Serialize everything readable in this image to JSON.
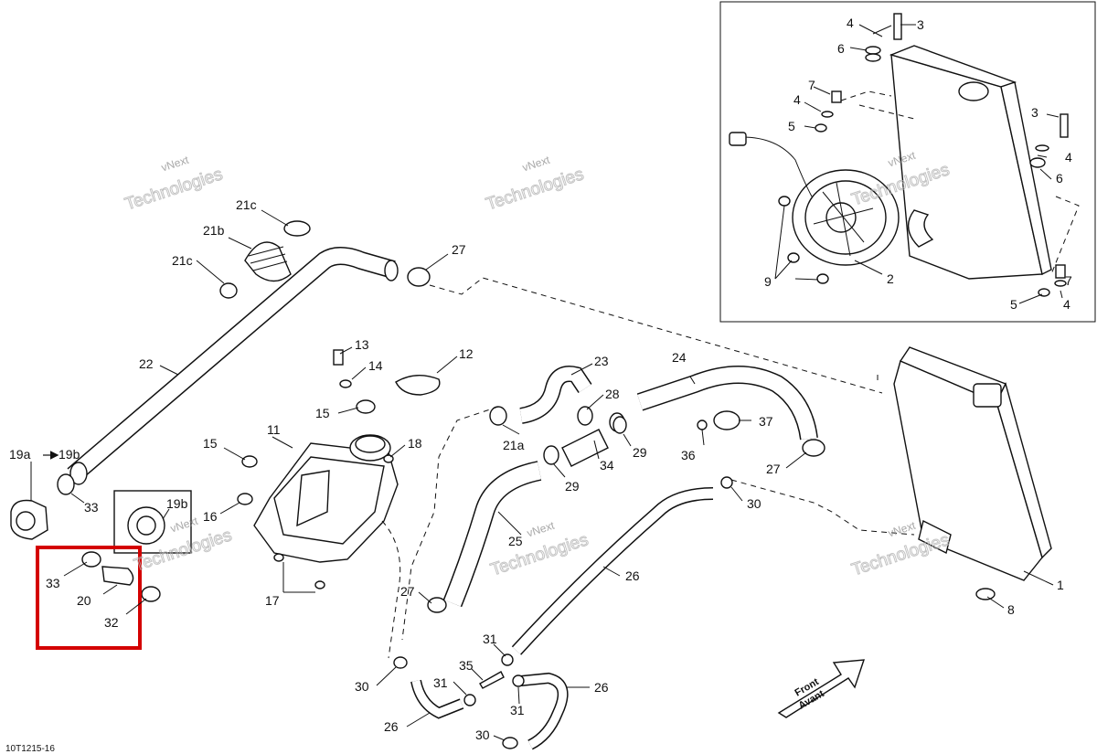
{
  "drawing_ref": "10T1215-16",
  "watermark": {
    "line1": "vNext",
    "line2": "Technologies"
  },
  "front_badge": {
    "line1": "Front",
    "line2": "Avant"
  },
  "highlight_color": "#d40000",
  "labels": {
    "p1": "1",
    "p2": "2",
    "p3": "3",
    "p4": "4",
    "p5": "5",
    "p6": "6",
    "p7": "7",
    "p8": "8",
    "p9": "9",
    "p11": "11",
    "p12": "12",
    "p13": "13",
    "p14": "14",
    "p15": "15",
    "p16": "16",
    "p17": "17",
    "p18": "18",
    "p19a": "19a",
    "p19b": "19b",
    "p20": "20",
    "p21a": "21a",
    "p21b": "21b",
    "p21c": "21c",
    "p22": "22",
    "p23": "23",
    "p24": "24",
    "p25": "25",
    "p26": "26",
    "p27": "27",
    "p28": "28",
    "p29": "29",
    "p30": "30",
    "p31": "31",
    "p32": "32",
    "p33": "33",
    "p34": "34",
    "p35": "35",
    "p36": "36",
    "p37": "37"
  }
}
